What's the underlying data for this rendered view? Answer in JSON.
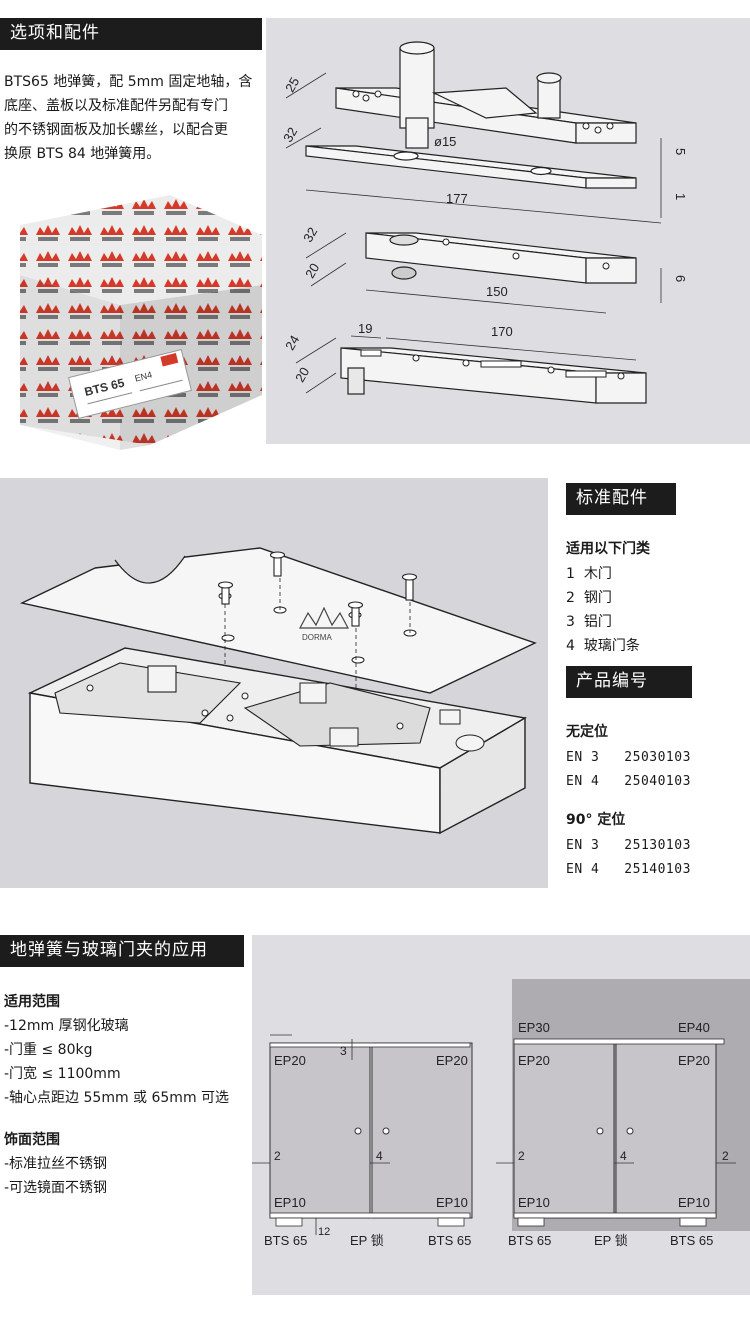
{
  "section1": {
    "title": "选项和配件",
    "desc_lines": [
      "BTS65 地弹簧，配 5mm 固定地轴，含",
      "底座、盖板以及标准配件另配有专门",
      "的不锈钢面板及加长螺丝，以配合更",
      "换原 BTS 84 地弹簧用。"
    ],
    "box": {
      "brand": "DORMA",
      "model": "BTS 65",
      "size": "EN4"
    },
    "dims": {
      "a1": "25",
      "a2": "32",
      "a3": "177",
      "a4": "5",
      "a5": "1",
      "a6": "ø15",
      "b1": "32",
      "b2": "20",
      "b3": "150",
      "b4": "6",
      "c1": "24",
      "c2": "20",
      "c3": "19",
      "c4": "170"
    }
  },
  "section2": {
    "std_title": "标准配件",
    "applicable_title": "适用以下门类",
    "door_types": [
      {
        "num": "1",
        "label": "木门"
      },
      {
        "num": "2",
        "label": "钢门"
      },
      {
        "num": "3",
        "label": "铝门"
      },
      {
        "num": "4",
        "label": "玻璃门条"
      }
    ],
    "product_code_title": "产品编号",
    "no_position_title": "无定位",
    "no_position": [
      {
        "model": "EN 3",
        "code": "25030103"
      },
      {
        "model": "EN 4",
        "code": "25040103"
      }
    ],
    "pos90_title": "90° 定位",
    "pos90": [
      {
        "model": "EN 3",
        "code": "25130103"
      },
      {
        "model": "EN 4",
        "code": "25140103"
      }
    ],
    "plate_logo": "DORMA"
  },
  "section3": {
    "title": "地弹簧与玻璃门夹的应用",
    "scope_title": "适用范围",
    "scope_items": [
      "-12mm 厚钢化玻璃",
      "-门重 ≤ 80kg",
      "-门宽 ≤ 1100mm",
      "-轴心点距边 55mm 或 65mm 可选"
    ],
    "finish_title": "饰面范围",
    "finish_items": [
      "-标准拉丝不锈钢",
      "-可选镜面不锈钢"
    ],
    "left_door": {
      "ep20_l": "EP20",
      "ep20_r": "EP20",
      "ep10_l": "EP10",
      "ep10_r": "EP10",
      "d3": "3",
      "d2": "2",
      "d4": "4",
      "d12": "12",
      "bts_l": "BTS 65",
      "lock": "EP 锁",
      "bts_r": "BTS 65"
    },
    "right_door": {
      "ep30": "EP30",
      "ep40": "EP40",
      "ep20_l": "EP20",
      "ep20_r": "EP20",
      "ep10_l": "EP10",
      "ep10_r": "EP10",
      "d2_l": "2",
      "d4": "4",
      "d2_r": "2",
      "bts_l": "BTS 65",
      "lock": "EP 锁",
      "bts_r": "BTS 65"
    }
  }
}
